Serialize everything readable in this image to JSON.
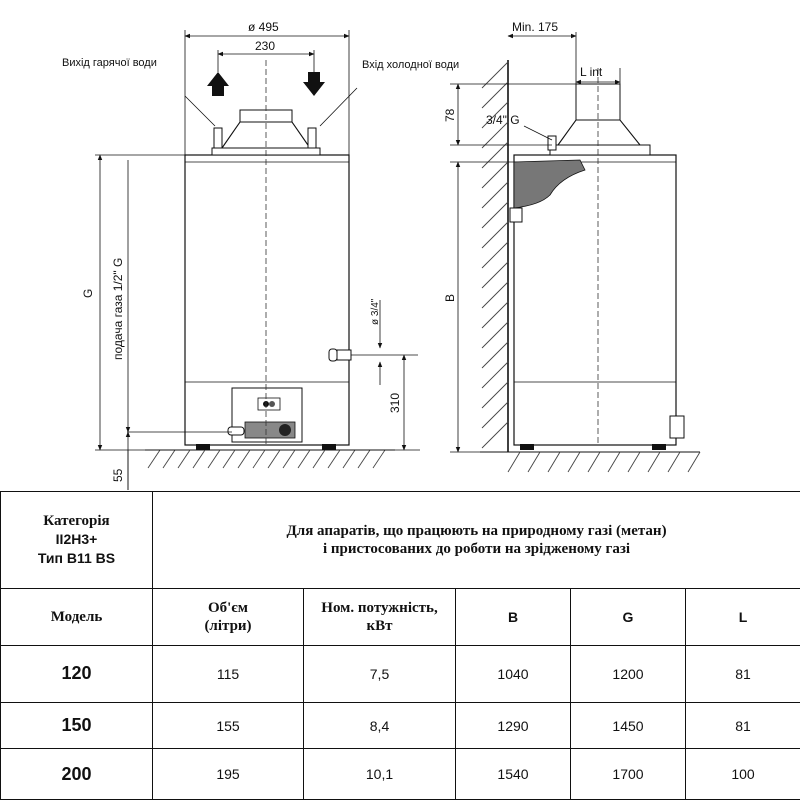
{
  "drawing": {
    "labels": {
      "hot_water_outlet": "Вихід гарячої води",
      "cold_water_inlet": "Вхід холодної води",
      "dim_diameter": "ø 495",
      "dim_230": "230",
      "dim_G": "G",
      "gas_supply": "подача газа 1/2\" G",
      "dim_gas_diameter": "ø 3/4\"",
      "dim_310": "310",
      "dim_55": "55",
      "dim_min175": "Min. 175",
      "dim_Lint": "L int",
      "dim_78": "78",
      "dim_34G": "3/4\" G",
      "dim_B": "B"
    }
  },
  "table": {
    "category_label": "Категорія",
    "category_code": "II2H3+",
    "type_label": "Тип B11 BS",
    "description_line1": "Для апаратів, що працюють на природному газі (метан)",
    "description_line2": "і пристосованих до роботи на зрідженому газі",
    "headers": {
      "model": "Модель",
      "volume_line1": "Об'єм",
      "volume_line2": "(літри)",
      "power_line1": "Ном. потужність,",
      "power_line2": "кВт",
      "b": "B",
      "g": "G",
      "l": "L"
    },
    "rows": [
      {
        "model": "120",
        "volume": "115",
        "power": "7,5",
        "b": "1040",
        "g": "1200",
        "l": "81"
      },
      {
        "model": "150",
        "volume": "155",
        "power": "8,4",
        "b": "1290",
        "g": "1450",
        "l": "81"
      },
      {
        "model": "200",
        "volume": "195",
        "power": "10,1",
        "b": "1540",
        "g": "1700",
        "l": "100"
      }
    ]
  }
}
